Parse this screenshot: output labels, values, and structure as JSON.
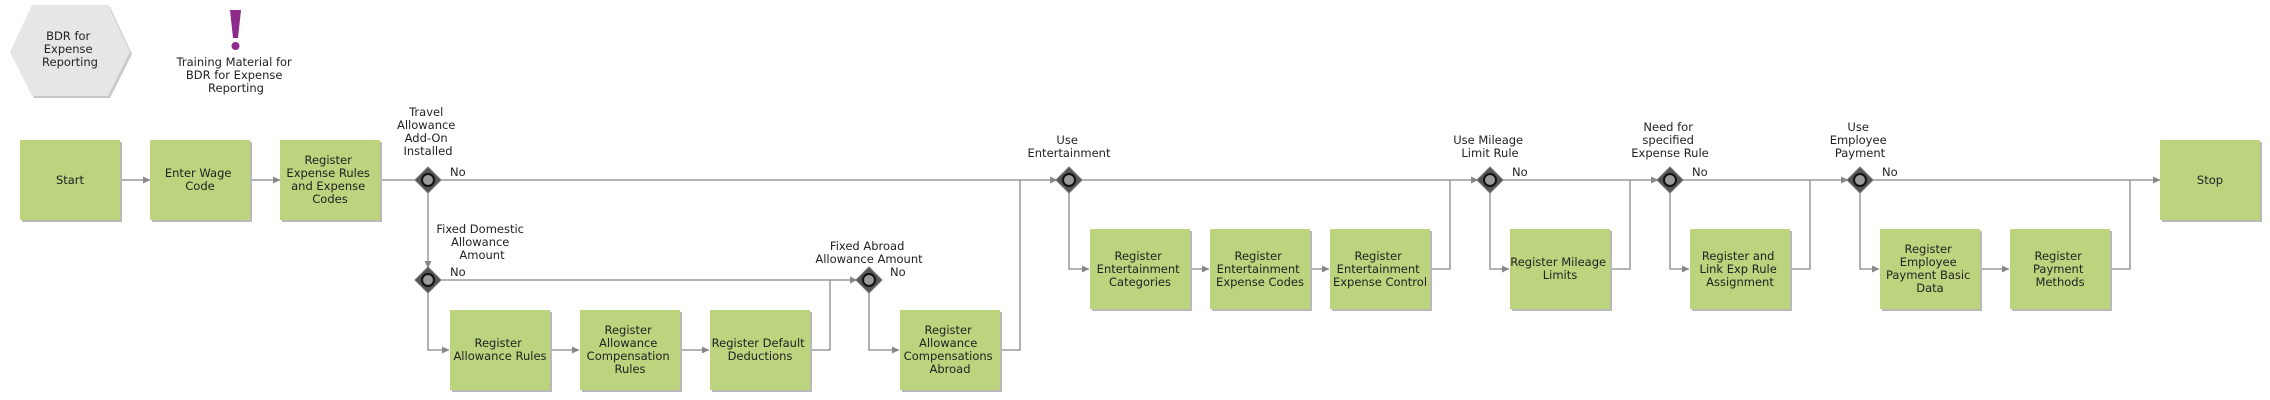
{
  "header": {
    "hexagon_label": [
      "BDR for",
      "Expense",
      "Reporting"
    ],
    "note_label": [
      "Training Material for",
      "BDR for Expense",
      "Reporting"
    ]
  },
  "colors": {
    "activity_fill": "#bcd47d",
    "gateway_fill": "#555555",
    "edge": "#888888",
    "note_icon": "#8e2a8c",
    "hexagon_fill": "#e6e6e6"
  },
  "activities": {
    "start": [
      "Start"
    ],
    "enter_wage_code": [
      "Enter Wage",
      "Code"
    ],
    "register_expense_rules": [
      "Register",
      "Expense Rules",
      "and Expense",
      "Codes"
    ],
    "register_allowance_rules": [
      "Register",
      "Allowance Rules"
    ],
    "register_allowance_comp_rules": [
      "Register",
      "Allowance",
      "Compensation",
      "Rules"
    ],
    "register_default_deductions": [
      "Register Default",
      "Deductions"
    ],
    "register_allowance_comp_abroad": [
      "Register",
      "Allowance",
      "Compensations",
      "Abroad"
    ],
    "register_entertainment_categories": [
      "Register",
      "Entertainment",
      "Categories"
    ],
    "register_entertainment_expense_codes": [
      "Register",
      "Entertainment",
      "Expense Codes"
    ],
    "register_entertainment_expense_control": [
      "Register",
      "Entertainment",
      "Expense Control"
    ],
    "register_mileage_limits": [
      "Register Mileage",
      "Limits"
    ],
    "register_link_exp_rule": [
      "Register and",
      "Link Exp Rule",
      "Assignment"
    ],
    "register_employee_payment": [
      "Register",
      "Employee",
      "Payment Basic",
      "Data"
    ],
    "register_payment_methods": [
      "Register",
      "Payment",
      "Methods"
    ],
    "stop": [
      "Stop"
    ]
  },
  "gateways": {
    "travel_allowance": [
      "Travel",
      "Allowance",
      "Add-On",
      "Installed"
    ],
    "fixed_domestic": [
      "Fixed Domestic",
      "Allowance",
      "Amount"
    ],
    "fixed_abroad": [
      "Fixed Abroad",
      "Allowance Amount"
    ],
    "use_entertainment": [
      "Use",
      "Entertainment"
    ],
    "use_mileage": [
      "Use Mileage",
      "Limit Rule"
    ],
    "need_expense_rule": [
      "Need for",
      "specified",
      "Expense Rule"
    ],
    "use_employee_payment": [
      "Use",
      "Employee",
      "Payment"
    ]
  },
  "branch_label": "No"
}
